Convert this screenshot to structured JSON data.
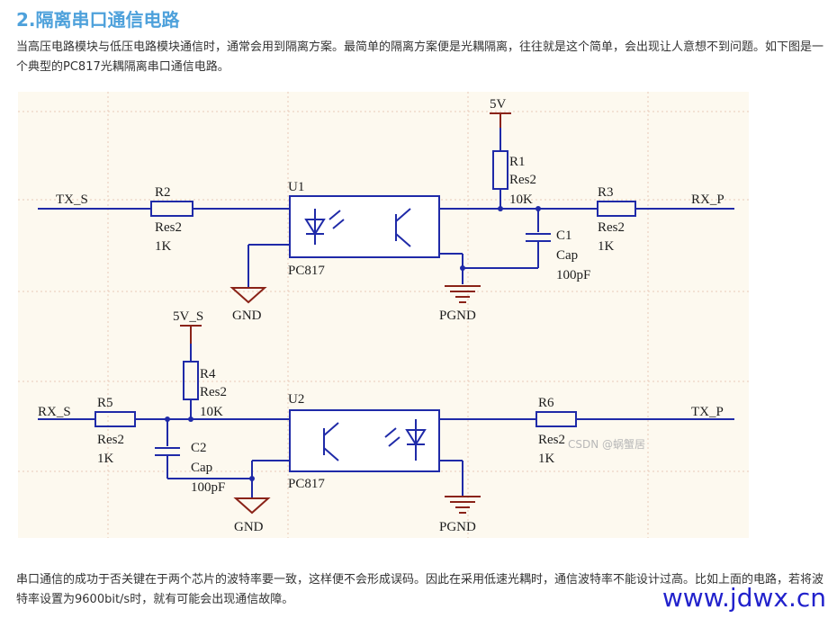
{
  "section": {
    "heading": "2.隔离串口通信电路"
  },
  "para1": "当高压电路模块与低压电路模块通信时，通常会用到隔离方案。最简单的隔离方案便是光耦隔离，往往就是这个简单，会出现让人意想不到问题。如下图是一个典型的PC817光耦隔离串口通信电路。",
  "para2": "串口通信的成功于否关键在于两个芯片的波特率要一致，这样便不会形成误码。因此在采用低速光耦时，通信波特率不能设计过高。比如上面的电路，若将波特率设置为9600bit/s时，就有可能会出现通信故障。",
  "schematic": {
    "top": {
      "net_left": "TX_S",
      "net_right": "RX_P",
      "supply": "5V",
      "r2": {
        "ref": "R2",
        "type": "Res2",
        "value": "1K"
      },
      "r1": {
        "ref": "R1",
        "type": "Res2",
        "value": "10K"
      },
      "r3": {
        "ref": "R3",
        "type": "Res2",
        "value": "1K"
      },
      "c1": {
        "ref": "C1",
        "type": "Cap",
        "value": "100pF"
      },
      "u1": {
        "ref": "U1",
        "part": "PC817"
      },
      "gnd": "GND",
      "pgnd": "PGND"
    },
    "bottom": {
      "net_left": "RX_S",
      "net_right": "TX_P",
      "supply": "5V_S",
      "r5": {
        "ref": "R5",
        "type": "Res2",
        "value": "1K"
      },
      "r4": {
        "ref": "R4",
        "type": "Res2",
        "value": "10K"
      },
      "r6": {
        "ref": "R6",
        "type": "Res2",
        "value": "1K"
      },
      "c2": {
        "ref": "C2",
        "type": "Cap",
        "value": "100pF"
      },
      "u2": {
        "ref": "U2",
        "part": "PC817"
      },
      "gnd": "GND",
      "pgnd": "PGND"
    }
  },
  "watermark": "CSDN @蜗蟹居",
  "site_watermark": "www.jdwx.cn",
  "colors": {
    "heading": "#4ea1db",
    "wire": "#1f2aa8",
    "ground": "#8a2318",
    "figure_bg": "#fdf9ef",
    "site": "#2222cc"
  }
}
